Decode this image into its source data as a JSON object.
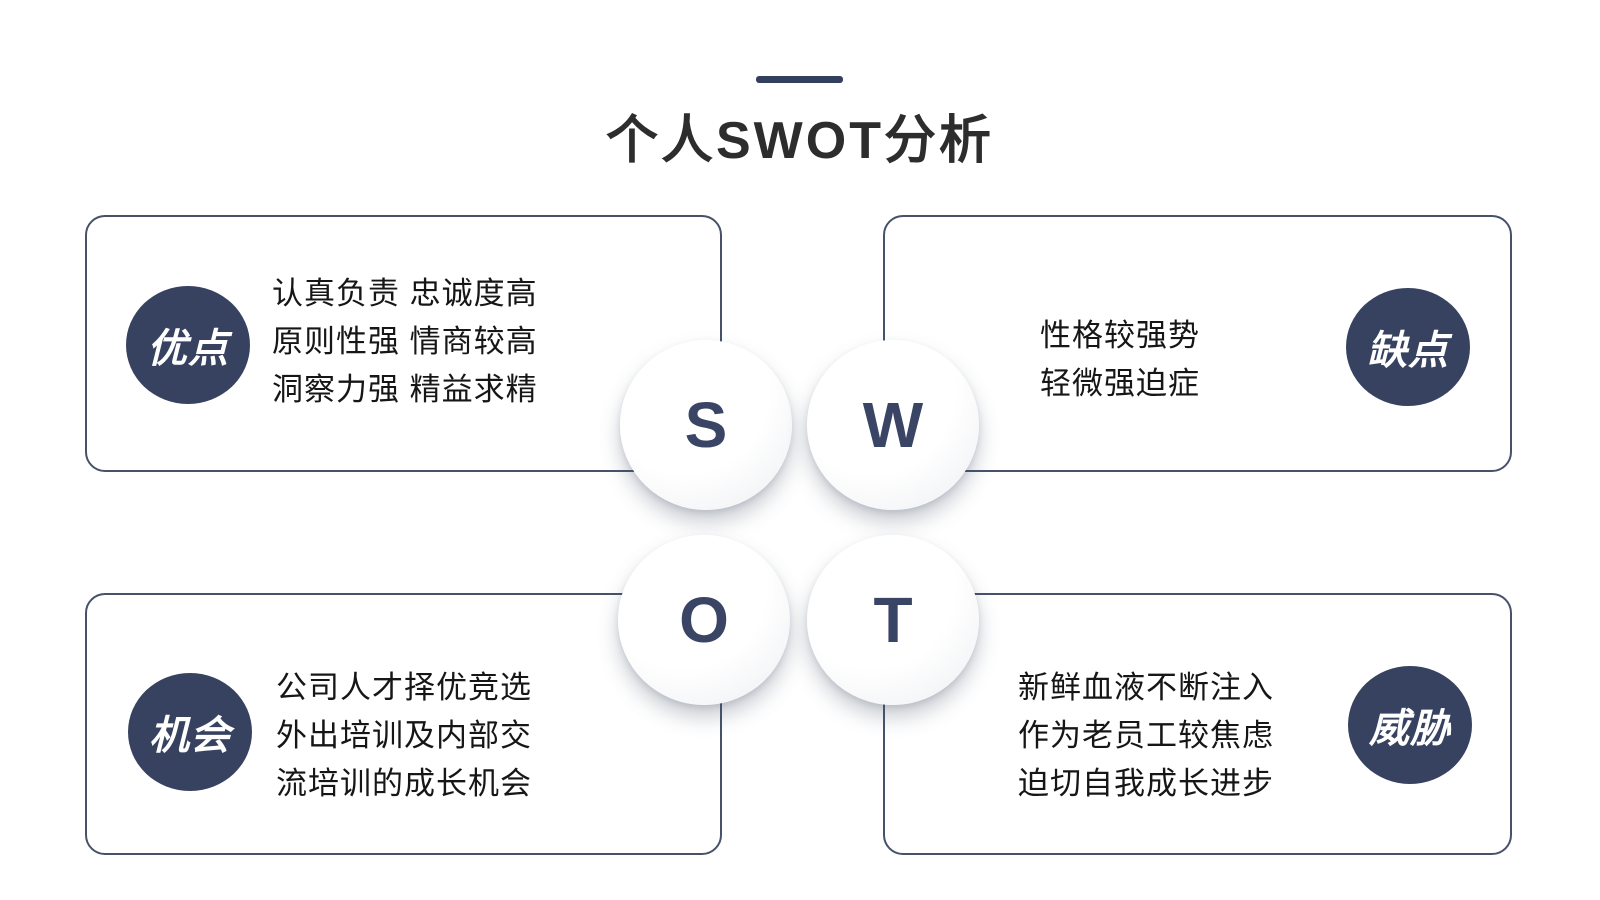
{
  "title": "个人SWOT分析",
  "quadrants": {
    "strengths": {
      "label": "优点",
      "letter": "S",
      "lines": [
        "认真负责 忠诚度高",
        "原则性强 情商较高",
        "洞察力强 精益求精"
      ]
    },
    "weaknesses": {
      "label": "缺点",
      "letter": "W",
      "lines": [
        "性格较强势",
        "轻微强迫症"
      ]
    },
    "opportunities": {
      "label": "机会",
      "letter": "O",
      "lines": [
        "公司人才择优竞选",
        "外出培训及内部交",
        "流培训的成长机会"
      ]
    },
    "threats": {
      "label": "威胁",
      "letter": "T",
      "lines": [
        "新鲜血液不断注入",
        "作为老员工较焦虑",
        "迫切自我成长进步"
      ]
    }
  },
  "colors": {
    "navy_badge": "#36425f",
    "swot_letter": "#3a4565",
    "box_border": "#46526a",
    "accent_bar": "#33405c",
    "title_text": "#2d2d2d",
    "body_text": "#161616",
    "background": "#ffffff"
  }
}
